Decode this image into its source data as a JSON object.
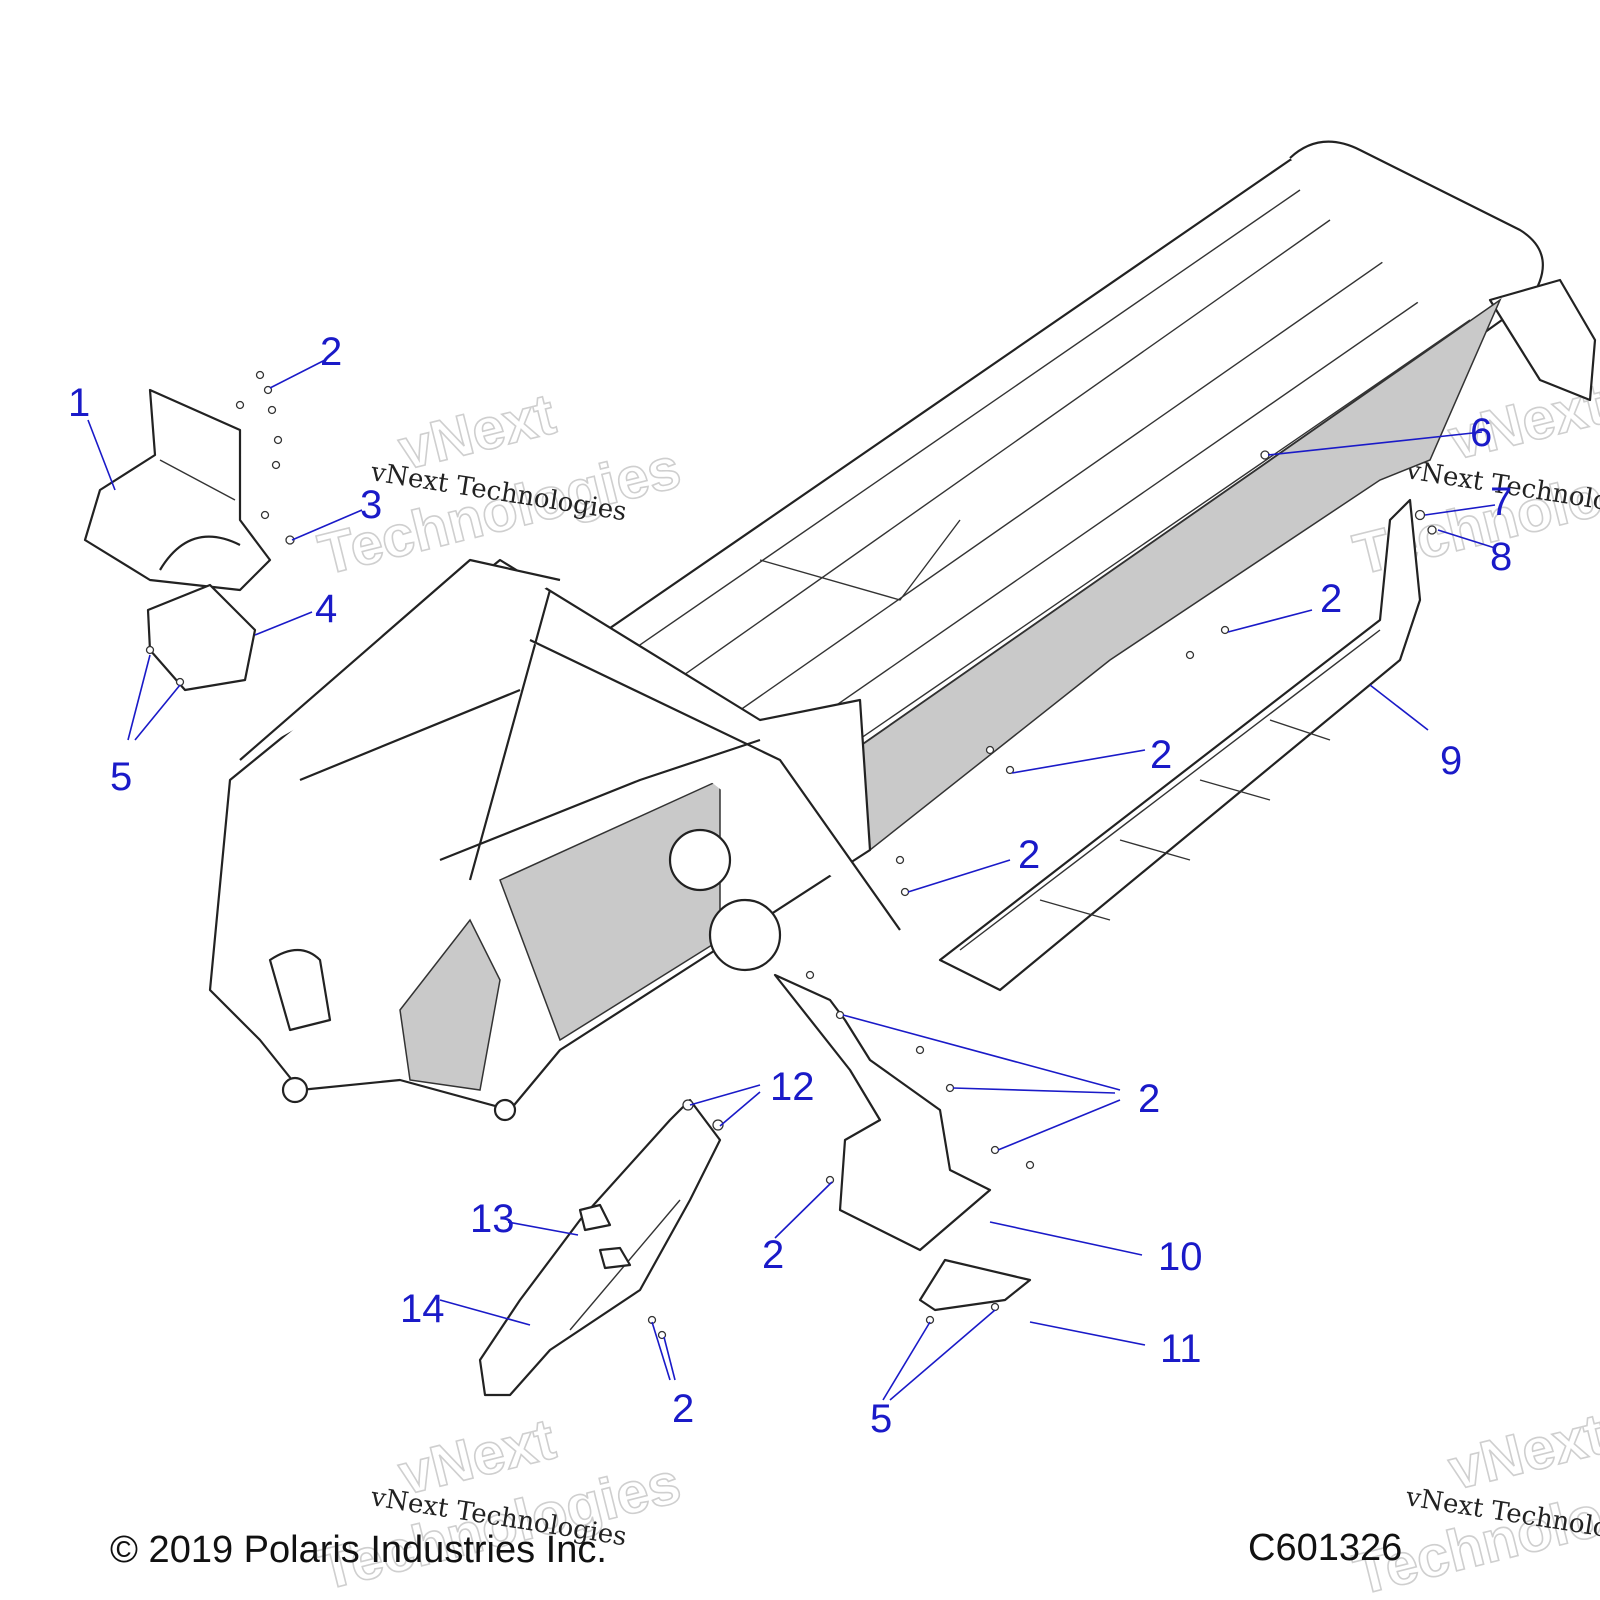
{
  "callouts": [
    {
      "id": "c1",
      "text": "1"
    },
    {
      "id": "c2a",
      "text": "2"
    },
    {
      "id": "c3",
      "text": "3"
    },
    {
      "id": "c4",
      "text": "4"
    },
    {
      "id": "c5a",
      "text": "5"
    },
    {
      "id": "c6",
      "text": "6"
    },
    {
      "id": "c7",
      "text": "7"
    },
    {
      "id": "c8",
      "text": "8"
    },
    {
      "id": "c2b",
      "text": "2"
    },
    {
      "id": "c9",
      "text": "9"
    },
    {
      "id": "c2c",
      "text": "2"
    },
    {
      "id": "c2d",
      "text": "2"
    },
    {
      "id": "c12",
      "text": "12"
    },
    {
      "id": "c2e",
      "text": "2"
    },
    {
      "id": "c13",
      "text": "13"
    },
    {
      "id": "c2f",
      "text": "2"
    },
    {
      "id": "c10",
      "text": "10"
    },
    {
      "id": "c14",
      "text": "14"
    },
    {
      "id": "c11",
      "text": "11"
    },
    {
      "id": "c2g",
      "text": "2"
    },
    {
      "id": "c5b",
      "text": "5"
    }
  ],
  "watermark": {
    "small_text": "vNext Technologies",
    "big_line1": "vNext",
    "big_line2": "Technologies"
  },
  "footer": {
    "copyright": "© 2019 Polaris Industries Inc.",
    "code": "C601326"
  },
  "colors": {
    "callout": "#1a1ac8",
    "line": "#222222",
    "shade": "#c9c9c9"
  }
}
